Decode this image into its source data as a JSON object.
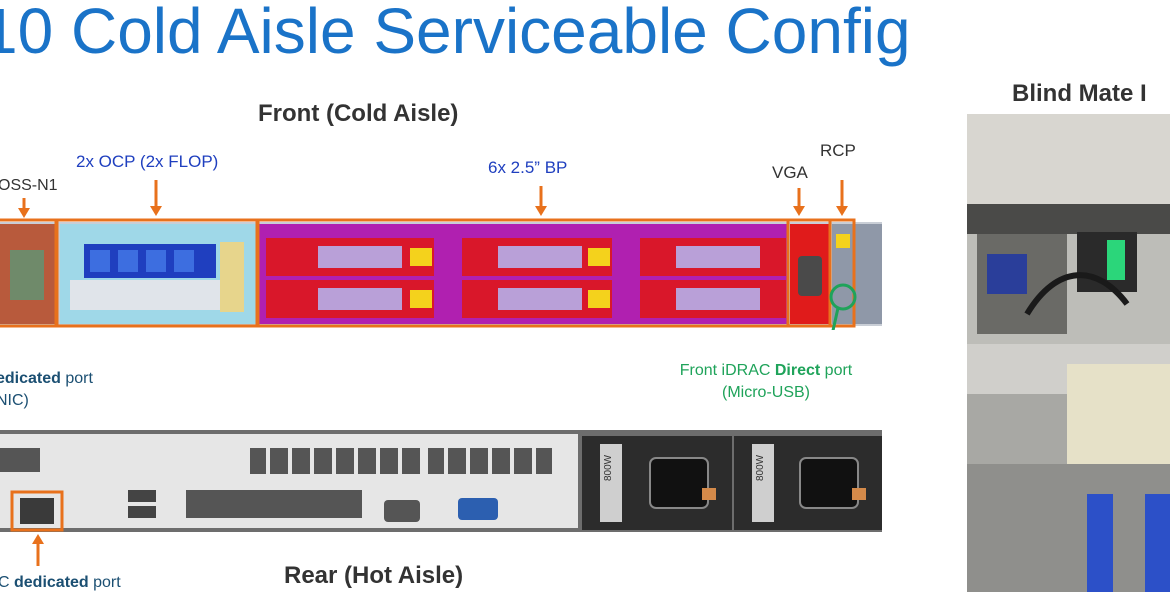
{
  "title": "10 Cold Aisle Serviceable Config",
  "front": {
    "heading": "Front (Cold Aisle)",
    "labels": {
      "boss": "OSS-N1",
      "ocp": "2x OCP (2x FLOP)",
      "bp": "6x 2.5” BP",
      "vga": "VGA",
      "rcp": "RCP"
    },
    "dedicated_port": {
      "line1_bold": "edicated",
      "line1_rest": " port",
      "line2": "NIC)"
    },
    "idrac_direct": {
      "prefix": "Front iDRAC ",
      "bold": "Direct",
      "suffix": " port",
      "line2": "(Micro-USB)"
    }
  },
  "rear": {
    "heading": "Rear (Hot Aisle)",
    "dedicated_port": {
      "prefix": "C ",
      "bold": "dedicated",
      "suffix": " port"
    },
    "psu_label": "800W"
  },
  "photo": {
    "heading": "Blind Mate I"
  },
  "colors": {
    "title_blue": "#1a73c8",
    "callout_orange": "#e8711c",
    "callout_green": "#1fa35a",
    "drive_red": "#d9172a",
    "label_blue": "#1f3fbf"
  }
}
